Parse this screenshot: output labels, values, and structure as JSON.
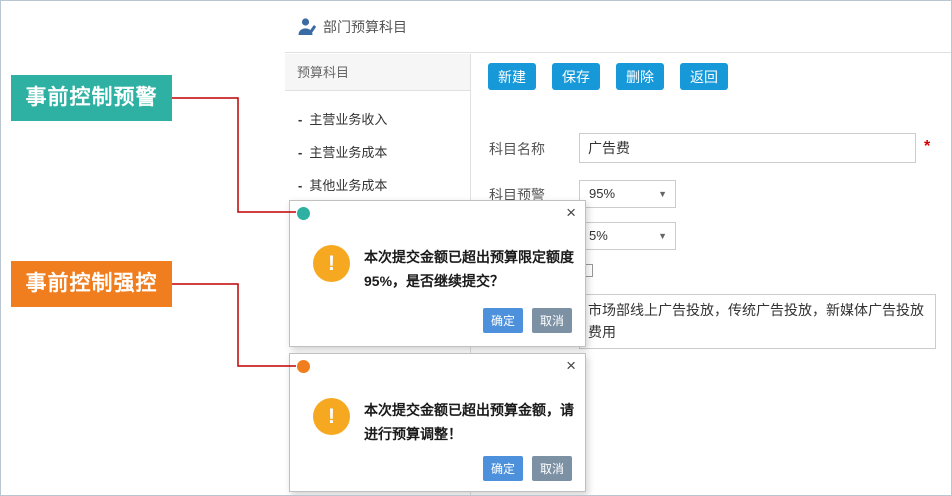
{
  "header": {
    "title": "部门预算科目"
  },
  "annotations": {
    "warning": "事前控制预警",
    "control": "事前控制强控"
  },
  "tree": {
    "header": "预算科目",
    "collapse_icon": "-",
    "items": [
      {
        "label": "主营业务收入"
      },
      {
        "label": "主营业务成本"
      },
      {
        "label": "其他业务成本"
      }
    ]
  },
  "toolbar": {
    "new": "新建",
    "save": "保存",
    "delete": "删除",
    "back": "返回"
  },
  "form": {
    "name_label": "科目名称",
    "name_value": "广告费",
    "required": "*",
    "warning_label": "科目预警",
    "warning_value": "95%",
    "control_value": "5%",
    "dropdown_icon": "▼",
    "description": "市场部线上广告投放，传统广告投放，新媒体广告投放费用"
  },
  "dialogs": [
    {
      "dot_color": "#2eb1a2",
      "close_icon": "×",
      "warn_icon": "!",
      "line1": "本次提交金额已超出预算限定额度",
      "line2": "95%，是否继续提交？",
      "ok": "确定",
      "cancel": "取消"
    },
    {
      "dot_color": "#f07e1e",
      "close_icon": "×",
      "warn_icon": "!",
      "line1": "本次提交金额已超出预算金额，请",
      "line2": "进行预算调整！",
      "ok": "确定",
      "cancel": "取消"
    }
  ],
  "colors": {
    "accent_blue": "#1698d9",
    "ok_blue": "#4d90db",
    "cancel_gray": "#7d91a5",
    "warn_amber": "#f7a821",
    "teal": "#2eb1a2",
    "orange": "#f07e1e",
    "line_red": "#c00000"
  }
}
